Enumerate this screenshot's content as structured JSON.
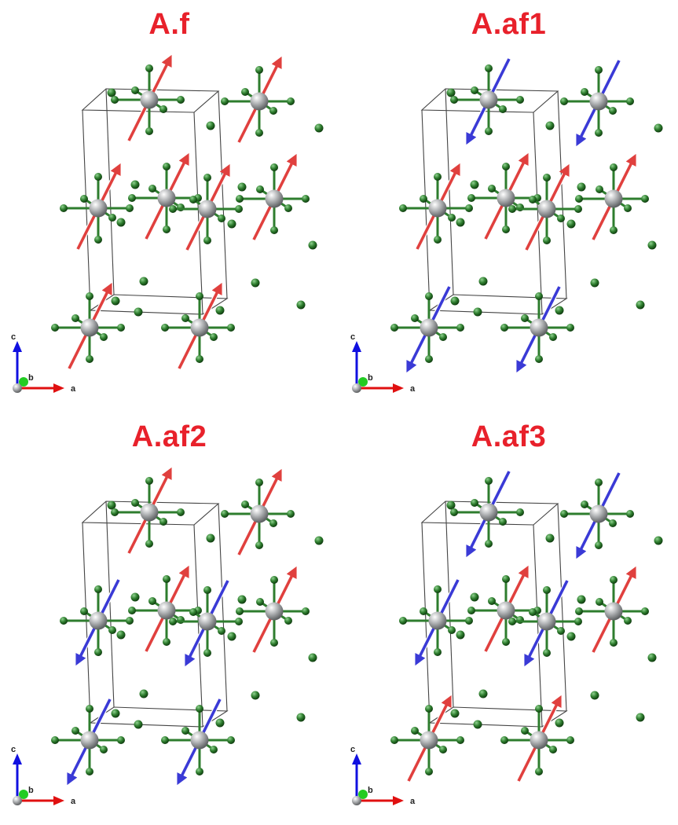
{
  "title_color": "#e8212b",
  "colors": {
    "atom_cl": "#2e7d2e",
    "atom_metal": "#b7b9bb",
    "spin_up": "#e0403e",
    "spin_down": "#3a3ad6",
    "cell": "#444444"
  },
  "axes": {
    "c": "c",
    "b": "b",
    "a": "a"
  },
  "panels": [
    {
      "title": "A.f",
      "spins": [
        "up",
        "up",
        "up",
        "up",
        "up",
        "up",
        "up",
        "up"
      ]
    },
    {
      "title": "A.af1",
      "spins": [
        "down",
        "down",
        "up",
        "up",
        "up",
        "up",
        "down",
        "down"
      ]
    },
    {
      "title": "A.af2",
      "spins": [
        "up",
        "up",
        "down",
        "up",
        "down",
        "up",
        "down",
        "down"
      ]
    },
    {
      "title": "A.af3",
      "spins": [
        "down",
        "down",
        "down",
        "up",
        "down",
        "up",
        "up",
        "up"
      ]
    }
  ]
}
